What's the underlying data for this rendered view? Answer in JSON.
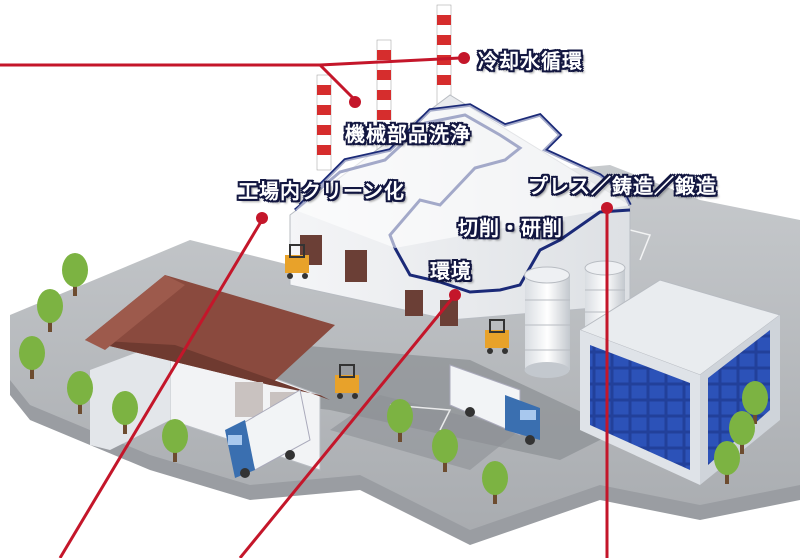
{
  "labels": {
    "cooling_water": "冷却水循環",
    "parts_washing": "機械部品洗浄",
    "factory_clean": "工場内クリーン化",
    "press_casting_forging": "プレス／鋳造／鍛造",
    "cutting_grinding": "切削・研削",
    "environment": "環境"
  },
  "colors": {
    "pointer_line": "#c4162a",
    "label_outline": "#121640",
    "ground": "#b5b8bc",
    "road": "#8e9196",
    "roof_outline": "#1b2a78",
    "warehouse_roof": "#8a4a3e",
    "solar_panel": "#1e3a8a",
    "truck_cab": "#3a6fb0",
    "forklift": "#e8a22a",
    "tree": "#7cb342"
  },
  "icons": [
    "factory-illustration",
    "smokestack",
    "warehouse",
    "truck",
    "forklift",
    "tree",
    "silo-tank",
    "solar-office-building"
  ]
}
